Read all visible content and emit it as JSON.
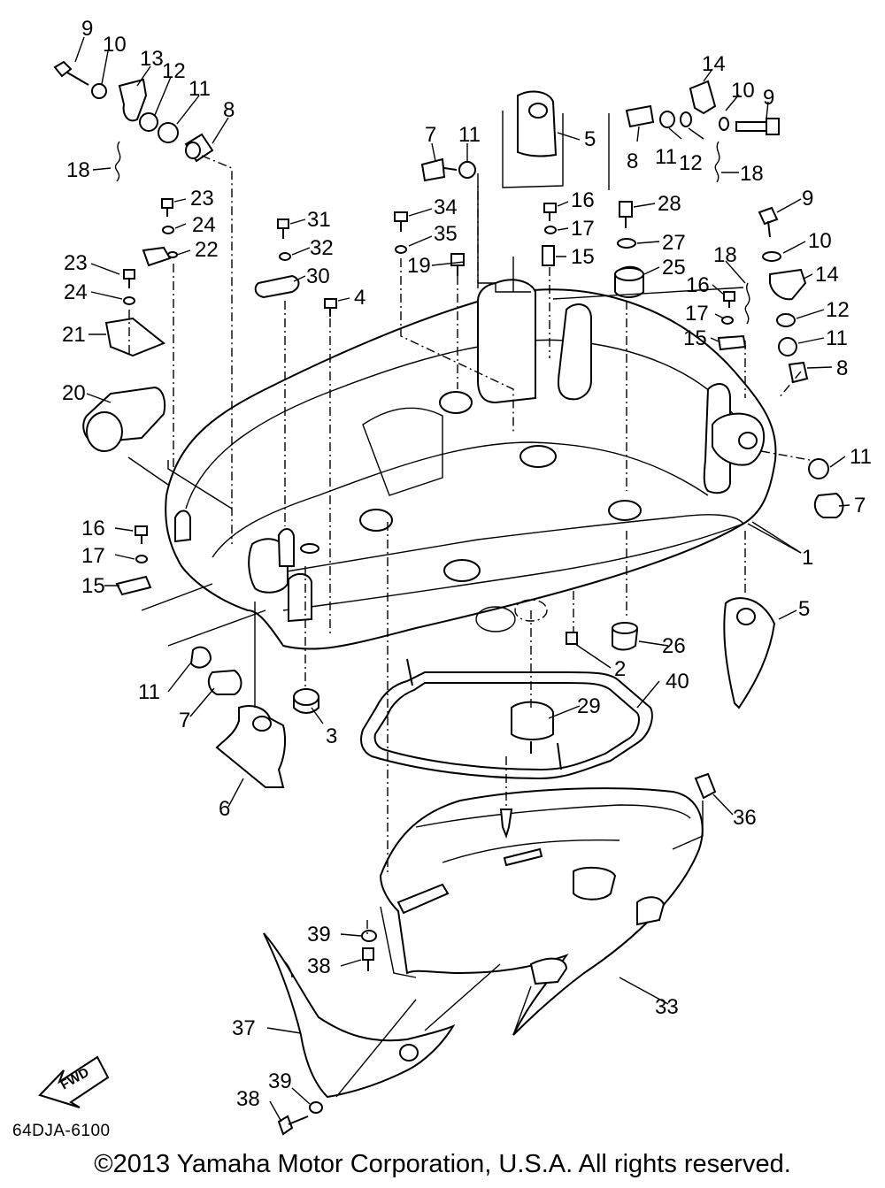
{
  "diagram": {
    "drawing_code": "64DJA-6100",
    "copyright": "©2013 Yamaha Motor Corporation, U.S.A. All rights reserved.",
    "fwd_label": "FWD",
    "callouts": [
      {
        "id": "c9a",
        "text": "9"
      },
      {
        "id": "c10a",
        "text": "10"
      },
      {
        "id": "c13",
        "text": "13"
      },
      {
        "id": "c12a",
        "text": "12"
      },
      {
        "id": "c11a",
        "text": "11"
      },
      {
        "id": "c8a",
        "text": "8"
      },
      {
        "id": "c18a",
        "text": "18"
      },
      {
        "id": "c23a",
        "text": "23"
      },
      {
        "id": "c24a",
        "text": "24"
      },
      {
        "id": "c22",
        "text": "22"
      },
      {
        "id": "c23b",
        "text": "23"
      },
      {
        "id": "c24b",
        "text": "24"
      },
      {
        "id": "c21",
        "text": "21"
      },
      {
        "id": "c20",
        "text": "20"
      },
      {
        "id": "c31",
        "text": "31"
      },
      {
        "id": "c32",
        "text": "32"
      },
      {
        "id": "c30",
        "text": "30"
      },
      {
        "id": "c4",
        "text": "4"
      },
      {
        "id": "c7a",
        "text": "7"
      },
      {
        "id": "c11b",
        "text": "11"
      },
      {
        "id": "c5a",
        "text": "5"
      },
      {
        "id": "c34",
        "text": "34"
      },
      {
        "id": "c35",
        "text": "35"
      },
      {
        "id": "c19",
        "text": "19"
      },
      {
        "id": "c16a",
        "text": "16"
      },
      {
        "id": "c17a",
        "text": "17"
      },
      {
        "id": "c15a",
        "text": "15"
      },
      {
        "id": "c14a",
        "text": "14"
      },
      {
        "id": "c10b",
        "text": "10"
      },
      {
        "id": "c9b",
        "text": "9"
      },
      {
        "id": "c8b",
        "text": "8"
      },
      {
        "id": "c11c",
        "text": "11"
      },
      {
        "id": "c12b",
        "text": "12"
      },
      {
        "id": "c18b",
        "text": "18"
      },
      {
        "id": "c28",
        "text": "28"
      },
      {
        "id": "c27",
        "text": "27"
      },
      {
        "id": "c25",
        "text": "25"
      },
      {
        "id": "c9c",
        "text": "9"
      },
      {
        "id": "c10c",
        "text": "10"
      },
      {
        "id": "c18c",
        "text": "18"
      },
      {
        "id": "c14b",
        "text": "14"
      },
      {
        "id": "c16b",
        "text": "16"
      },
      {
        "id": "c12c",
        "text": "12"
      },
      {
        "id": "c17b",
        "text": "17"
      },
      {
        "id": "c11d",
        "text": "11"
      },
      {
        "id": "c15b",
        "text": "15"
      },
      {
        "id": "c8c",
        "text": "8"
      },
      {
        "id": "c11e",
        "text": "11"
      },
      {
        "id": "c7b",
        "text": "7"
      },
      {
        "id": "c1",
        "text": "1"
      },
      {
        "id": "c16c",
        "text": "16"
      },
      {
        "id": "c17c",
        "text": "17"
      },
      {
        "id": "c15c",
        "text": "15"
      },
      {
        "id": "c5b",
        "text": "5"
      },
      {
        "id": "c26",
        "text": "26"
      },
      {
        "id": "c2",
        "text": "2"
      },
      {
        "id": "c40",
        "text": "40"
      },
      {
        "id": "c11f",
        "text": "11"
      },
      {
        "id": "c7c",
        "text": "7"
      },
      {
        "id": "c29",
        "text": "29"
      },
      {
        "id": "c3",
        "text": "3"
      },
      {
        "id": "c6",
        "text": "6"
      },
      {
        "id": "c36",
        "text": "36"
      },
      {
        "id": "c39a",
        "text": "39"
      },
      {
        "id": "c38a",
        "text": "38"
      },
      {
        "id": "c33",
        "text": "33"
      },
      {
        "id": "c37",
        "text": "37"
      },
      {
        "id": "c39b",
        "text": "39"
      },
      {
        "id": "c38b",
        "text": "38"
      }
    ]
  }
}
